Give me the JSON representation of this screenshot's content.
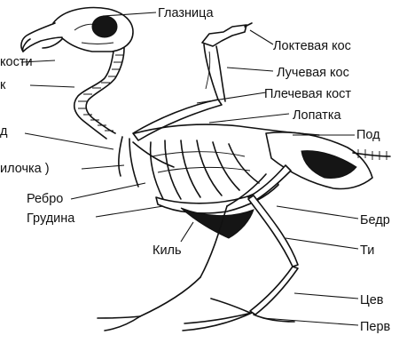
{
  "labels": {
    "glaznitsa": "Глазница",
    "loktevaya": "Локтевая кос",
    "luchevaya": "Лучевая кос",
    "plechevaya": "Плечевая кост",
    "lopatka": "Лопатка",
    "pod": "Под",
    "kosti": "кости",
    "k": "к",
    "d": "д",
    "vilochka": "илочка )",
    "rebro": "Ребро",
    "grudina": "Грудина",
    "kil": "Киль",
    "bedr": "Бедр",
    "ti": "Ти",
    "tsev": "Цев",
    "perv": "Перв"
  }
}
